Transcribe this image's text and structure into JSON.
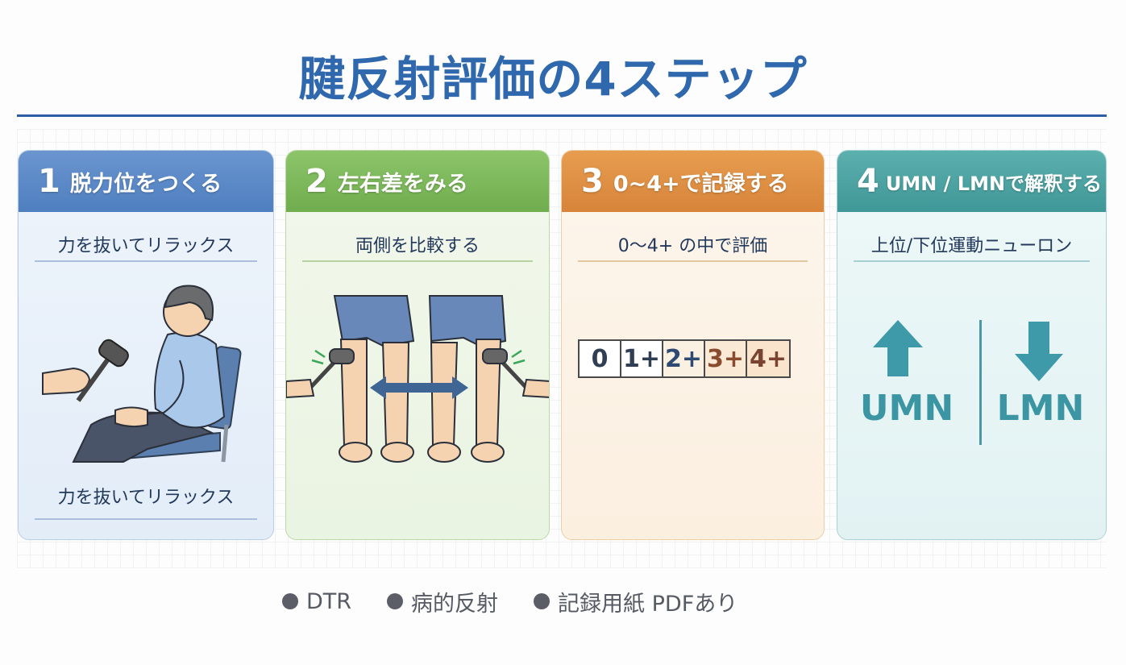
{
  "title": "腱反射評価の4ステップ",
  "colors": {
    "title": "#2f68ad",
    "step1": "#5a88c8",
    "step2": "#7ab85a",
    "step3": "#e08f44",
    "step4": "#4ca3a2"
  },
  "steps": [
    {
      "number": "1",
      "heading": "脱力位をつくる",
      "subtitle": "力を抜いてリラックス",
      "caption": "力を抜いてリラックス",
      "illustration": "seated-patient-reflex-hammer-icon"
    },
    {
      "number": "2",
      "heading": "左右差をみる",
      "subtitle": "両側を比較する",
      "illustration": "bilateral-knee-reflex-compare-icon"
    },
    {
      "number": "3",
      "heading": "0~4+で記録する",
      "subtitle": "0～4+ の中で評価",
      "scale": [
        "0",
        "1+",
        "2+",
        "3+",
        "4+"
      ]
    },
    {
      "number": "4",
      "heading": "UMN / LMNで解釈する",
      "subtitle": "上位/下位運動ニューロン",
      "umn_label": "UMN",
      "lmn_label": "LMN"
    }
  ],
  "footer": {
    "items": [
      "DTR",
      "病的反射",
      "記録用紙 PDFあり"
    ]
  }
}
